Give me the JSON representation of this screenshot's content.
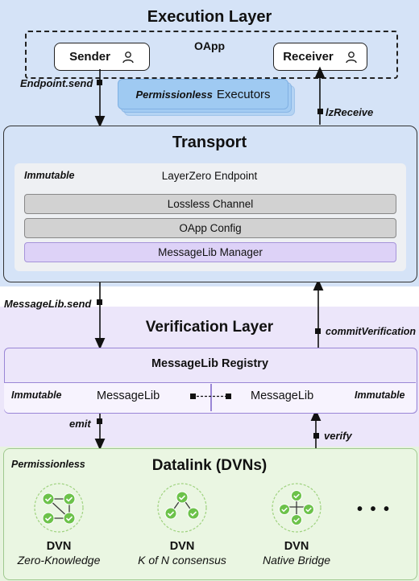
{
  "execution_layer": {
    "title": "Execution Layer",
    "oapp_label": "OApp",
    "sender_label": "Sender",
    "receiver_label": "Receiver",
    "executors_prefix": "Permissionless",
    "executors_label": "Executors",
    "send_call": "Endpoint.send",
    "receive_call": "lzReceive"
  },
  "transport": {
    "title": "Transport",
    "immutable_label": "Immutable",
    "endpoint_label": "LayerZero Endpoint",
    "bars": [
      "Lossless Channel",
      "OApp Config",
      "MessageLib Manager"
    ]
  },
  "verification_layer": {
    "title": "Verification Layer",
    "send_call": "MessageLib.send",
    "commit_call": "commitVerification",
    "registry_label": "MessageLib Registry",
    "left_immutable": "Immutable",
    "left_lib": "MessageLib",
    "right_lib": "MessageLib",
    "right_immutable": "Immutable",
    "emit_call": "emit",
    "verify_call": "verify"
  },
  "datalink": {
    "title": "Datalink (DVNs)",
    "permissionless_label": "Permissionless",
    "dvns": [
      {
        "label": "DVN",
        "subtitle": "Zero-Knowledge"
      },
      {
        "label": "DVN",
        "subtitle": "K of N consensus"
      },
      {
        "label": "DVN",
        "subtitle": "Native Bridge"
      }
    ],
    "more_label": "• • •"
  },
  "colors": {
    "execution_band": "#d5e3f7",
    "verification_band": "#ece6fa",
    "datalink_band": "#e7f3df",
    "executor_card": "#9fcaf2",
    "messagelib_manager": "#ddd2f7",
    "dvn_check": "#6cc24a"
  },
  "icons": [
    "user-icon",
    "dvn-network-icon"
  ]
}
